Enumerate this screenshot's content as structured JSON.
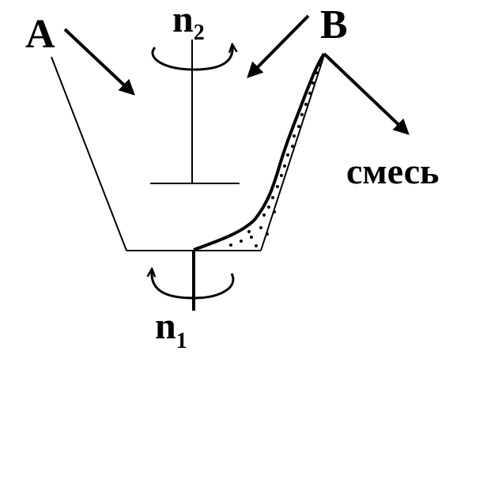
{
  "diagram": {
    "labels": {
      "inlet_a": "A",
      "inlet_b": "B",
      "outlet": "смесь",
      "top_speed": "n",
      "top_speed_sub": "2",
      "bottom_speed": "n",
      "bottom_speed_sub": "1"
    },
    "colors": {
      "stroke": "#000000",
      "background": "#ffffff"
    }
  }
}
